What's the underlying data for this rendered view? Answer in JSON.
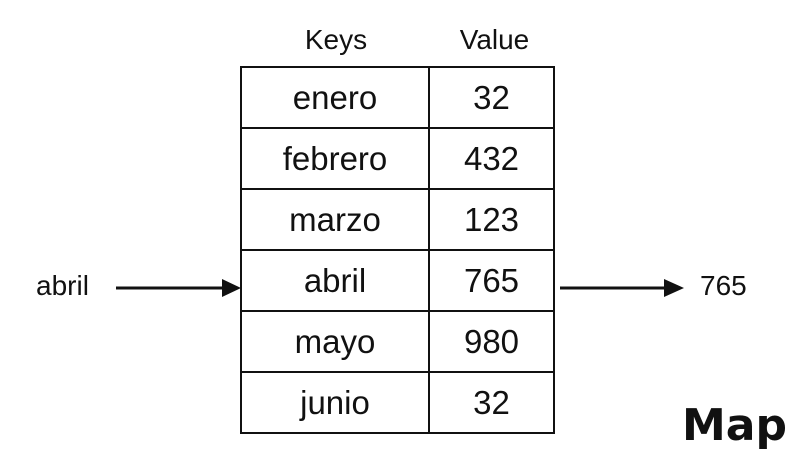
{
  "headers": {
    "keys": "Keys",
    "value": "Value"
  },
  "rows": [
    {
      "key": "enero",
      "value": "32"
    },
    {
      "key": "febrero",
      "value": "432"
    },
    {
      "key": "marzo",
      "value": "123"
    },
    {
      "key": "abril",
      "value": "765"
    },
    {
      "key": "mayo",
      "value": "980"
    },
    {
      "key": "junio",
      "value": "32"
    }
  ],
  "lookup": {
    "input": "abril",
    "output": "765"
  },
  "title": "Map",
  "colors": {
    "line": "#111111",
    "background": "#ffffff"
  }
}
